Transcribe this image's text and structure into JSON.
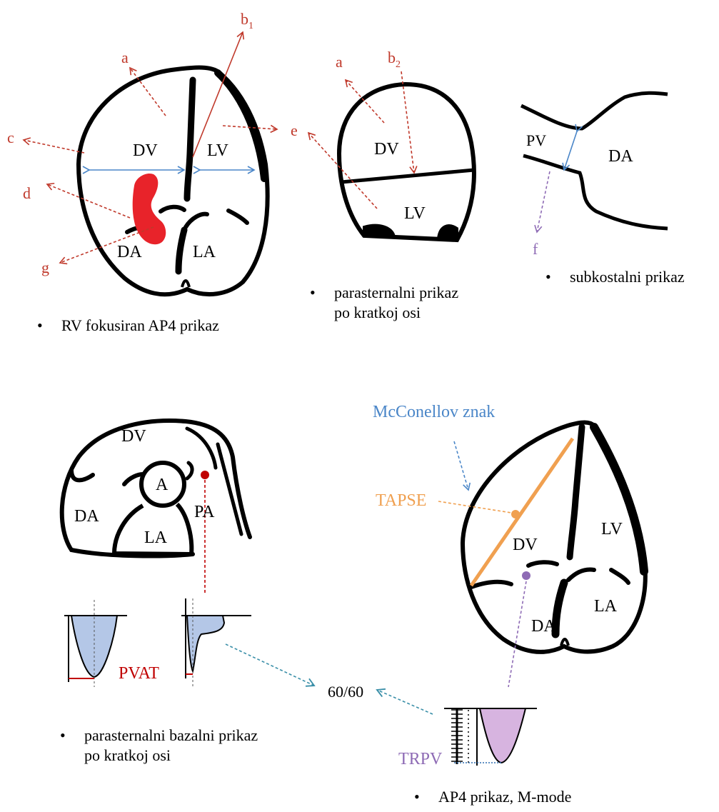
{
  "colors": {
    "outline": "#000000",
    "red_arrow": "#c0392b",
    "blue_arrow": "#4a86c8",
    "purple": "#8e6bb5",
    "orange": "#f0a050",
    "thrombus": "#e8232a",
    "pv_fill": "#b4c7e7",
    "trpv_fill": "#d7b4e0",
    "teal_arrow": "#3a8fa8"
  },
  "panel1": {
    "label_a": "a",
    "label_b": "b",
    "label_b_sub": "1",
    "label_c": "c",
    "label_d": "d",
    "label_e": "e",
    "label_g": "g",
    "chamber_dv": "DV",
    "chamber_lv": "LV",
    "chamber_da": "DA",
    "chamber_la": "LA",
    "caption": "RV fokusiran AP4 prikaz"
  },
  "panel2": {
    "label_a": "a",
    "label_b": "b",
    "label_b_sub": "2",
    "chamber_dv": "DV",
    "chamber_lv": "LV",
    "caption_line1": "parasternalni prikaz",
    "caption_line2": "po kratkoj osi"
  },
  "panel3": {
    "label_pv": "PV",
    "label_da": "DA",
    "label_f": "f",
    "caption": "subkostalni prikaz"
  },
  "panel4": {
    "chamber_dv": "DV",
    "chamber_a": "A",
    "chamber_da": "DA",
    "chamber_la": "LA",
    "chamber_pa": "PA",
    "pvat_label": "PVAT",
    "caption_line1": "parasternalni bazalni prikaz",
    "caption_line2": "po kratkoj osi"
  },
  "panel5": {
    "mcconell_label": "McConellov znak",
    "tapse_label": "TAPSE",
    "chamber_dv": "DV",
    "chamber_lv": "LV",
    "chamber_da": "DA",
    "chamber_la": "LA",
    "trpv_label": "TRPV",
    "caption": "AP4 prikaz, M-mode"
  },
  "ratio_label": "60/60",
  "bullet": "•"
}
